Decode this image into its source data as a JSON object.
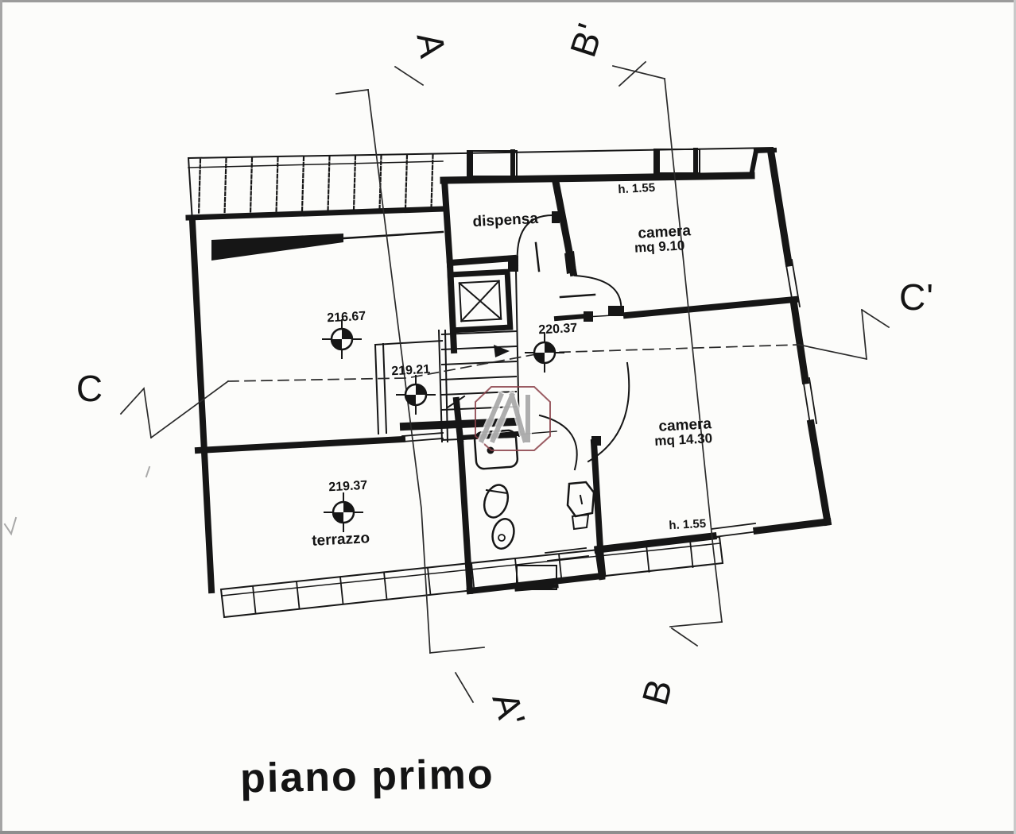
{
  "page": {
    "title": "piano primo"
  },
  "rooms": {
    "dispensa": {
      "label": "dispensa"
    },
    "camera_piccola": {
      "label": "camera",
      "area": "mq 9.10",
      "height_note": "h. 1.55"
    },
    "camera_grande": {
      "label": "camera",
      "area": "mq 14.30",
      "height_note": "h. 1.55"
    },
    "terrazzo": {
      "label": "terrazzo"
    }
  },
  "elevations": {
    "soggiorno": "216.67",
    "pianerottolo": "219.21",
    "disimpegno": "220.37",
    "terrazzo": "219.37"
  },
  "sections": {
    "a_top": "A",
    "a_bottom": "A'",
    "b_top": "B'",
    "b_bottom": "B",
    "c_left": "C",
    "c_right": "C'"
  },
  "watermark": {
    "glyph_name": "agency-m-logo"
  },
  "colors": {
    "ink": "#161616",
    "paper": "#fcfcfa",
    "watermark_border": "#8a4048",
    "watermark_glyph": "#a6a6a6"
  }
}
